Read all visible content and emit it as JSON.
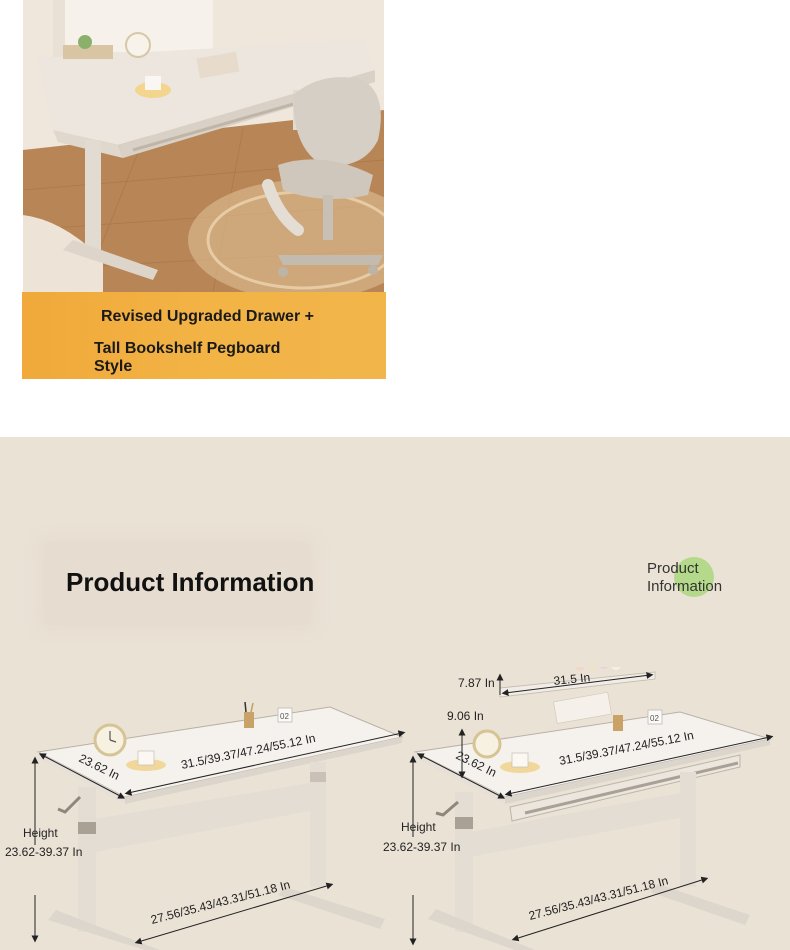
{
  "hero": {
    "caption_line_1": "Revised Upgraded Drawer +",
    "caption_line_2": "Tall Bookshelf Pegboard Style"
  },
  "info": {
    "title": "Product Information",
    "badge_line_1": "Product",
    "badge_line_2": "Information"
  },
  "diagram_left": {
    "depth": "23.62 In",
    "width": "31.5/39.37/47.24/55.12 In",
    "height_label": "Height",
    "height_value": "23.62-39.37 In",
    "base_width": "27.56/35.43/43.31/51.18 In"
  },
  "diagram_right": {
    "shelf_depth": "7.87 In",
    "shelf_width": "31.5 In",
    "shelf_height": "9.06 In",
    "depth": "23.62 In",
    "width": "31.5/39.37/47.24/55.12 In",
    "height_label": "Height",
    "height_value": "23.62-39.37 In",
    "base_width": "27.56/35.43/43.31/51.18 In"
  },
  "colors": {
    "caption_bg": "#f1b144",
    "section_bg": "#ebe2d6",
    "badge_dot": "#b4d98a"
  }
}
